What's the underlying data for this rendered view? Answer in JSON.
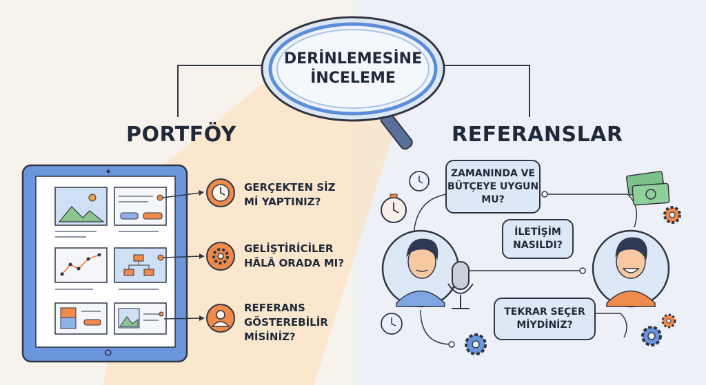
{
  "lens": {
    "title": "DERİNLEMESİNE İNCELEME"
  },
  "left": {
    "heading": "PORTFÖY",
    "questions": [
      {
        "icon": "clock-icon",
        "text": "GERÇEKTEN SİZ Mİ YAPTINIZ?"
      },
      {
        "icon": "gear-icon",
        "text": "GELİŞTİRİCİLER HÂLÂ ORADA MI?"
      },
      {
        "icon": "person-icon",
        "text": "REFERANS GÖSTEREBİLİR MİSİNİZ?"
      }
    ]
  },
  "right": {
    "heading": "REFERANSLAR",
    "bubbles": [
      "ZAMANINDA VE BÜTÇEYE UYGUN MU?",
      "İLETİŞİM NASILDI?",
      "TEKRAR SEÇER MİYDİNİZ?"
    ]
  },
  "colors": {
    "accent_orange": "#f08a4b",
    "accent_blue": "#5b8dd9",
    "bubble_fill": "#dce8f7",
    "outline": "#2f3542"
  }
}
